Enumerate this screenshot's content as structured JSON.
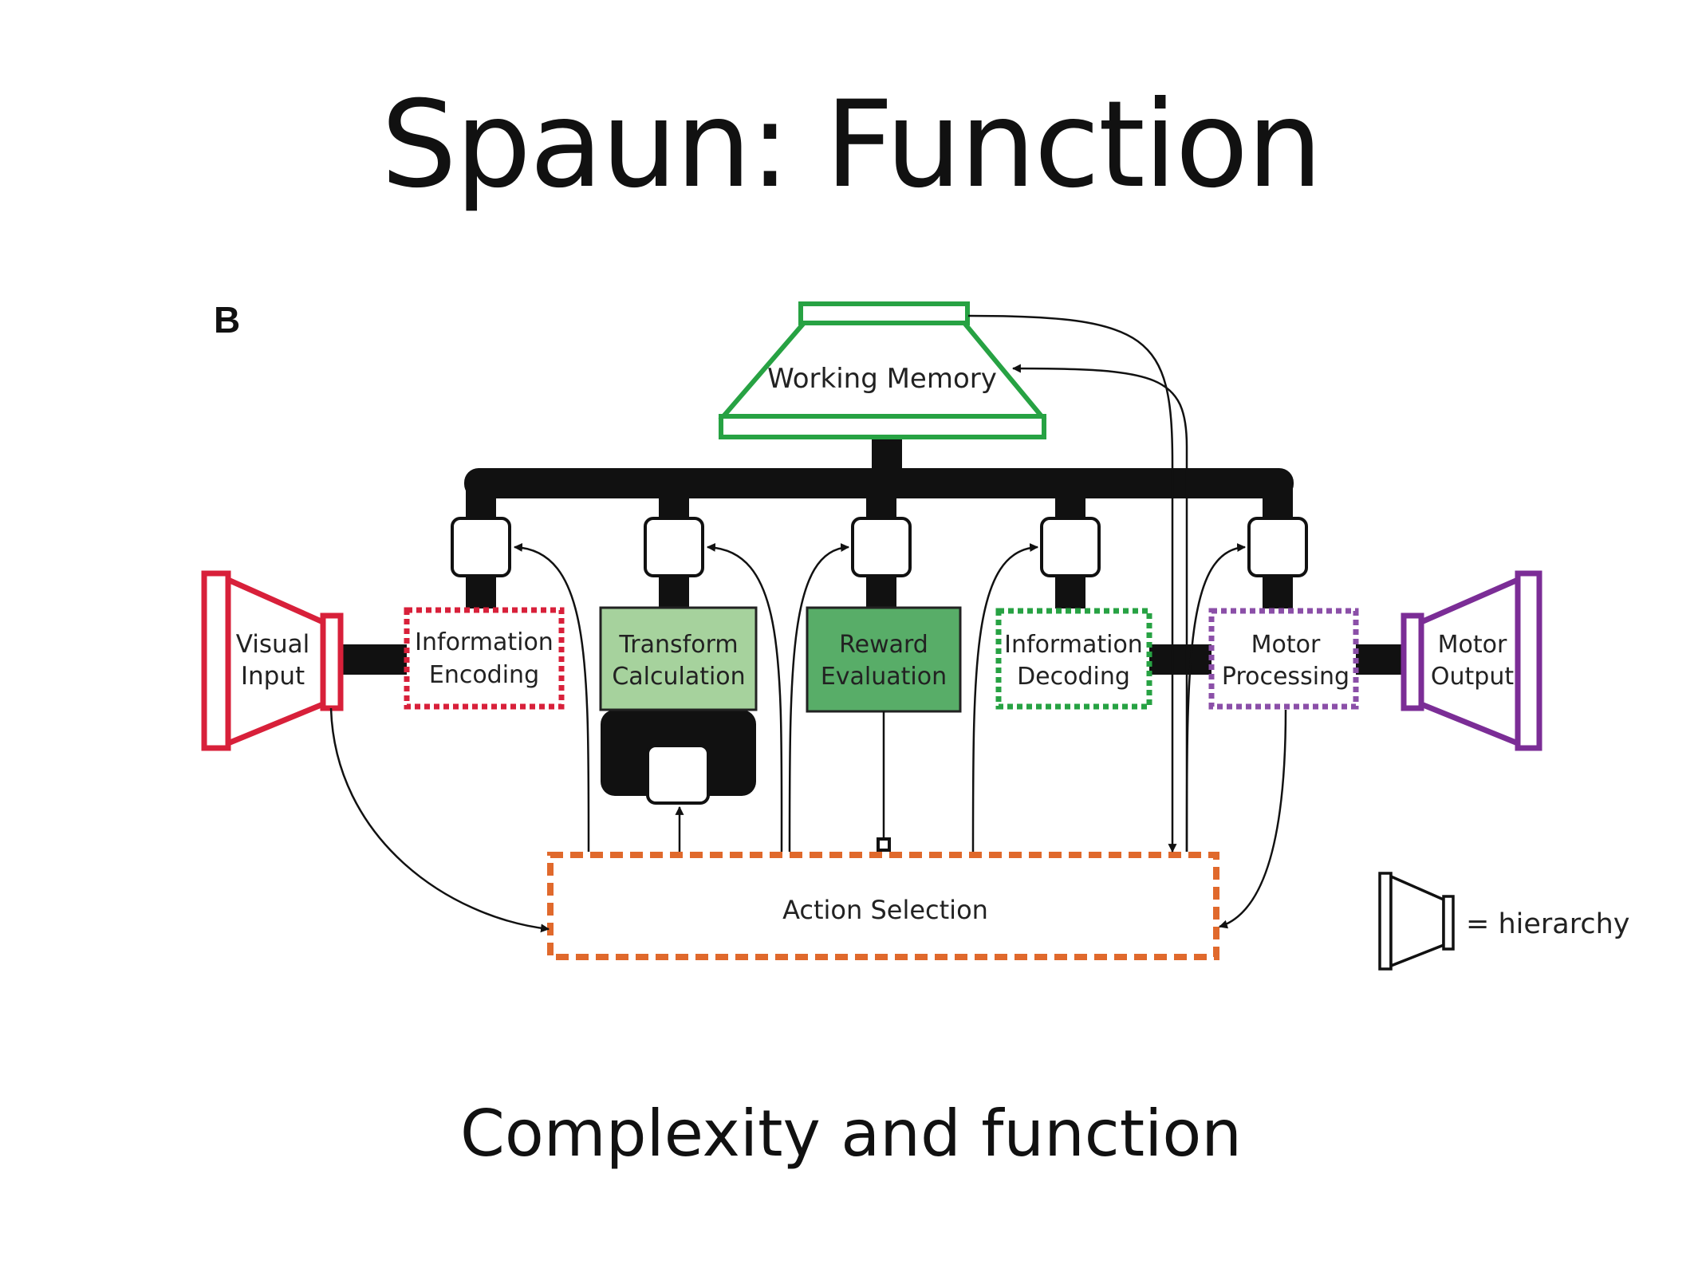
{
  "title": "Spaun: Function",
  "subtitle": "Complexity and function",
  "panel_label": "B",
  "legend": {
    "label": "= hierarchy"
  },
  "modules": {
    "working_memory": {
      "label": "Working Memory",
      "color": "#27a243"
    },
    "visual_input": {
      "line1": "Visual",
      "line2": "Input",
      "color": "#d8203a"
    },
    "information_encoding": {
      "line1": "Information",
      "line2": "Encoding",
      "color": "#d8203a"
    },
    "transform_calculation": {
      "line1": "Transform",
      "line2": "Calculation",
      "color": "#a6d29d"
    },
    "reward_evaluation": {
      "line1": "Reward",
      "line2": "Evaluation",
      "color": "#58ad68"
    },
    "information_decoding": {
      "line1": "Information",
      "line2": "Decoding",
      "color": "#27a243"
    },
    "motor_processing": {
      "line1": "Motor",
      "line2": "Processing",
      "color": "#8b4fa8"
    },
    "motor_output": {
      "line1": "Motor",
      "line2": "Output",
      "color": "#7b2d96"
    },
    "action_selection": {
      "label": "Action Selection",
      "color": "#e0692c"
    }
  },
  "colors": {
    "bus": "#111111",
    "arrow": "#111111"
  }
}
